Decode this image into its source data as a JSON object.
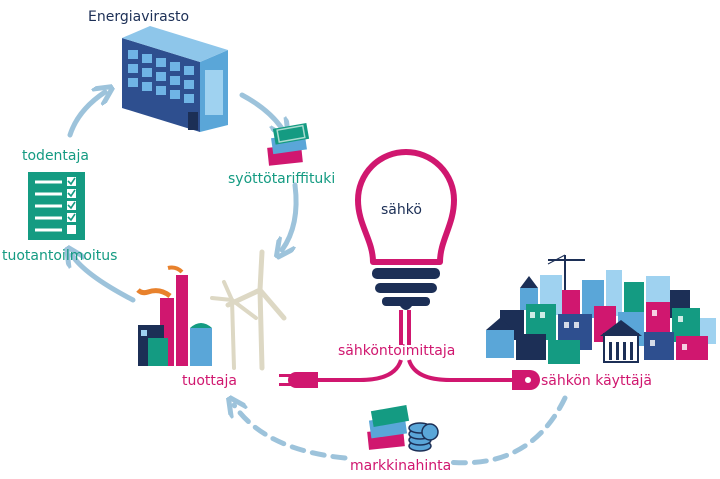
{
  "labels": {
    "agency": "Energiavirasto",
    "verifier": "todentaja",
    "production_notice": "tuotantoilmoitus",
    "feed_in_tariff": "syöttötariffituki",
    "electricity": "sähkö",
    "producer": "tuottaja",
    "supplier": "sähköntoimittaja",
    "consumer": "sähkön käyttäjä",
    "market_price": "markkinahinta"
  },
  "colors": {
    "navy": "#1c2f56",
    "magenta": "#d0176f",
    "green": "#149b82",
    "arrow_blue": "#9dc3db"
  },
  "icons": [
    "office-building-icon",
    "checklist-icon",
    "banknotes-icon",
    "light-bulb-icon",
    "factory-icon",
    "wind-turbine-icon",
    "city-icon",
    "power-plug-icon",
    "coins-icon"
  ]
}
